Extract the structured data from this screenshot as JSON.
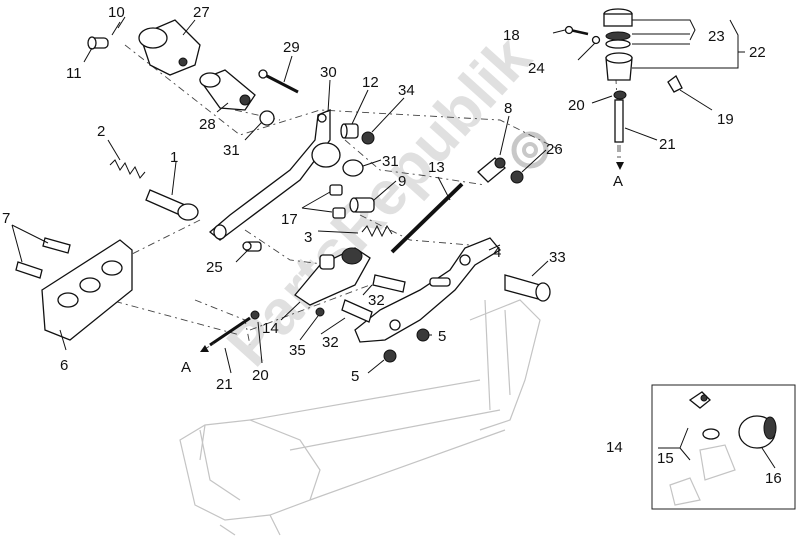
{
  "watermark": "PartsRepublik",
  "arrow_label": "A",
  "inset_callouts": [
    "14",
    "15",
    "16"
  ],
  "callouts": [
    {
      "id": "c10",
      "text": "10"
    },
    {
      "id": "c27",
      "text": "27"
    },
    {
      "id": "c11",
      "text": "11"
    },
    {
      "id": "c29",
      "text": "29"
    },
    {
      "id": "c30",
      "text": "30"
    },
    {
      "id": "c12",
      "text": "12"
    },
    {
      "id": "c34",
      "text": "34"
    },
    {
      "id": "c28",
      "text": "28"
    },
    {
      "id": "c31a",
      "text": "31"
    },
    {
      "id": "c2",
      "text": "2"
    },
    {
      "id": "c1",
      "text": "1"
    },
    {
      "id": "c31b",
      "text": "31"
    },
    {
      "id": "c9",
      "text": "9"
    },
    {
      "id": "c13",
      "text": "13"
    },
    {
      "id": "c8",
      "text": "8"
    },
    {
      "id": "c26",
      "text": "26"
    },
    {
      "id": "c17",
      "text": "17"
    },
    {
      "id": "c3",
      "text": "3"
    },
    {
      "id": "c7",
      "text": "7"
    },
    {
      "id": "c25",
      "text": "25"
    },
    {
      "id": "c4",
      "text": "4"
    },
    {
      "id": "c33",
      "text": "33"
    },
    {
      "id": "c14",
      "text": "14"
    },
    {
      "id": "c32a",
      "text": "32"
    },
    {
      "id": "c35",
      "text": "35"
    },
    {
      "id": "c32b",
      "text": "32"
    },
    {
      "id": "c5a",
      "text": "5"
    },
    {
      "id": "c5b",
      "text": "5"
    },
    {
      "id": "c6",
      "text": "6"
    },
    {
      "id": "c21a",
      "text": "21"
    },
    {
      "id": "c20a",
      "text": "20"
    },
    {
      "id": "c18",
      "text": "18"
    },
    {
      "id": "c23",
      "text": "23"
    },
    {
      "id": "c22",
      "text": "22"
    },
    {
      "id": "c24",
      "text": "24"
    },
    {
      "id": "c20b",
      "text": "20"
    },
    {
      "id": "c19",
      "text": "19"
    },
    {
      "id": "c21b",
      "text": "21"
    }
  ]
}
